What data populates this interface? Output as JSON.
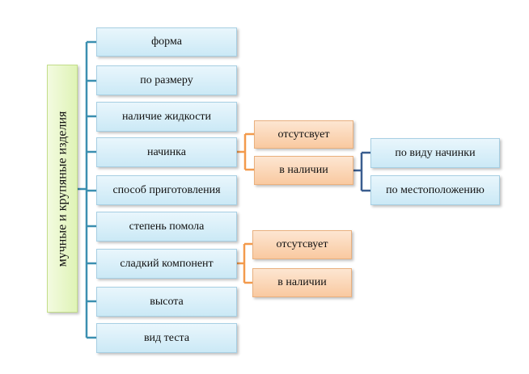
{
  "root": {
    "label": "мучные и крупяные изделия"
  },
  "categories": [
    "форма",
    "по  размеру",
    "наличие жидкости",
    "начинка",
    "способ приготовления",
    "степень помола",
    "сладкий компонент",
    "высота",
    "вид теста"
  ],
  "filling": {
    "absent": "отсутсвует",
    "present": "в наличии",
    "subtypes": [
      "по виду начинки",
      "по местоположению"
    ]
  },
  "sweet": {
    "absent": "отсутсвует",
    "present": "в наличии"
  },
  "colors": {
    "blue_connector": "#3b8fb0",
    "orange_connector": "#f39a4c",
    "navy_connector": "#3a5d8f"
  }
}
